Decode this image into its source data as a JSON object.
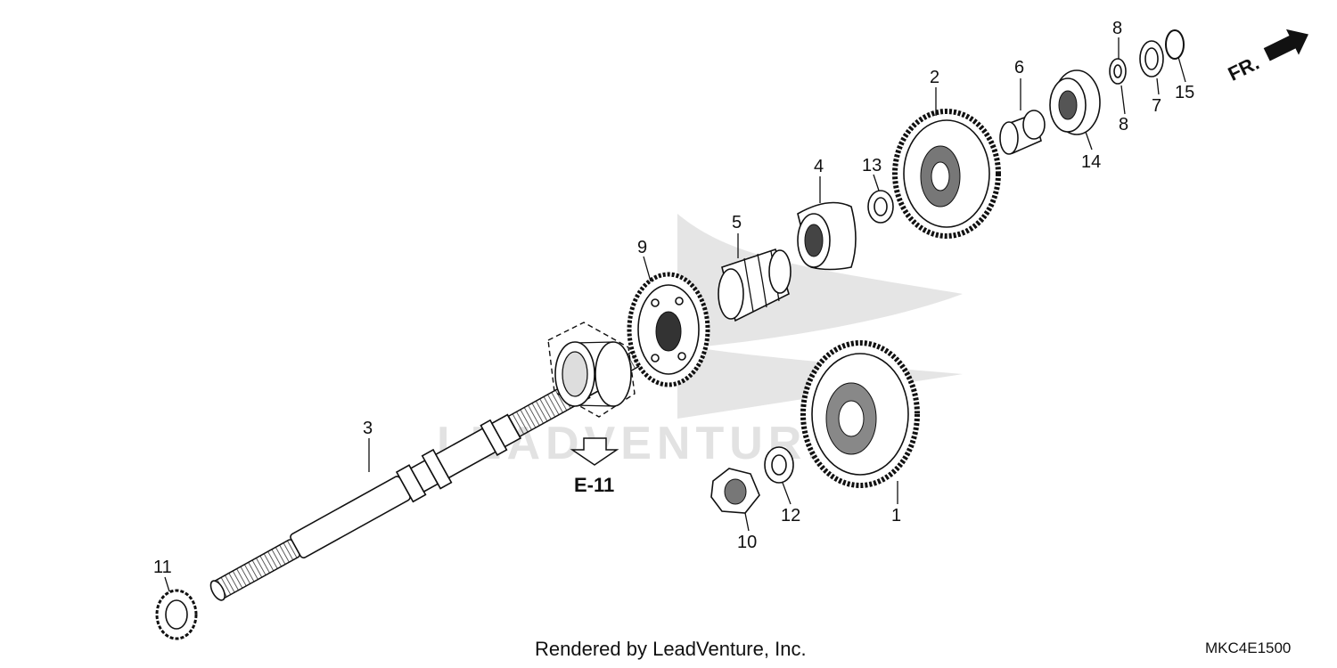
{
  "diagram": {
    "direction_label": "FR.",
    "reference_label": "E-11",
    "watermark": "LEADVENTURE",
    "callouts": [
      {
        "id": "1",
        "text": "1"
      },
      {
        "id": "2",
        "text": "2"
      },
      {
        "id": "3",
        "text": "3"
      },
      {
        "id": "4",
        "text": "4"
      },
      {
        "id": "5",
        "text": "5"
      },
      {
        "id": "6",
        "text": "6"
      },
      {
        "id": "7",
        "text": "7"
      },
      {
        "id": "8a",
        "text": "8"
      },
      {
        "id": "8b",
        "text": "8"
      },
      {
        "id": "9",
        "text": "9"
      },
      {
        "id": "10",
        "text": "10"
      },
      {
        "id": "11",
        "text": "11"
      },
      {
        "id": "12",
        "text": "12"
      },
      {
        "id": "13",
        "text": "13"
      },
      {
        "id": "14",
        "text": "14"
      },
      {
        "id": "15",
        "text": "15"
      }
    ]
  },
  "footer": {
    "credit": "Rendered by LeadVenture, Inc.",
    "diagram_code": "MKC4E1500"
  }
}
